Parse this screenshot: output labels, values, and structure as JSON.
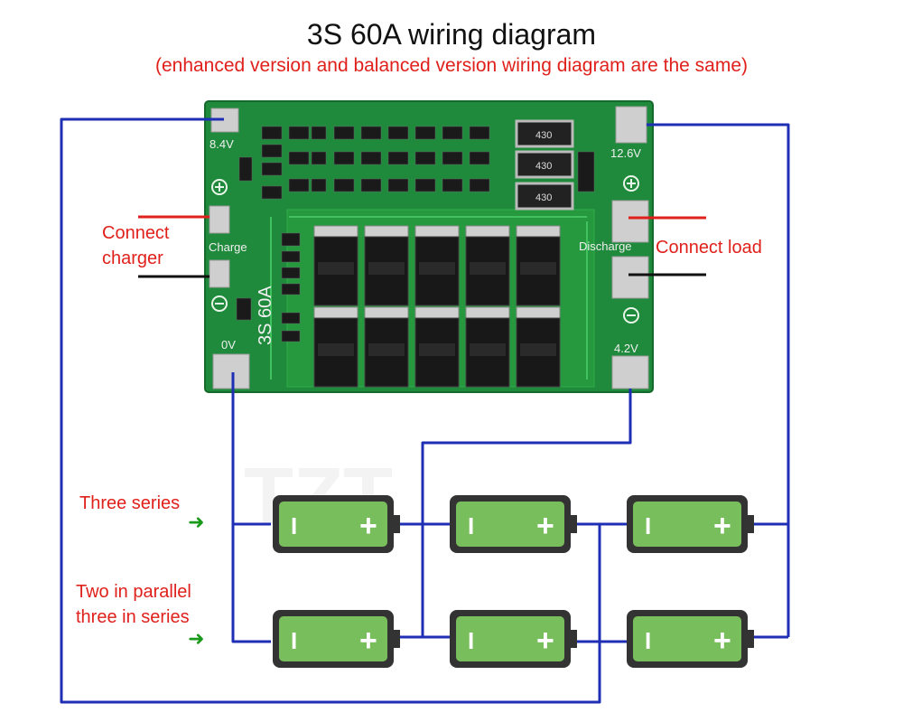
{
  "diagram": {
    "title": "3S 60A wiring diagram",
    "subtitle": "(enhanced version and balanced version wiring diagram are the same)",
    "board": {
      "pad_84v": "8.4V",
      "pad_126v": "12.6V",
      "pad_0v": "0V",
      "pad_42v": "4.2V",
      "charge": "Charge",
      "discharge": "Discharge",
      "model": "3S 60A",
      "resistors": [
        "430",
        "430",
        "430"
      ]
    },
    "labels": {
      "connect_charger_1": "Connect",
      "connect_charger_2": "charger",
      "connect_load": "Connect load",
      "three_series": "Three series",
      "two_parallel_1": "Two in parallel",
      "two_parallel_2": "three in series"
    },
    "battery_terms": {
      "neg": "I",
      "pos": "+"
    },
    "watermark": "TZT",
    "colors": {
      "wire": "#1f2fb5",
      "pcb": "#1f8a3b",
      "battery": "#79be5c",
      "label": "#e0201b",
      "arrow": "#1a9a1a"
    }
  }
}
